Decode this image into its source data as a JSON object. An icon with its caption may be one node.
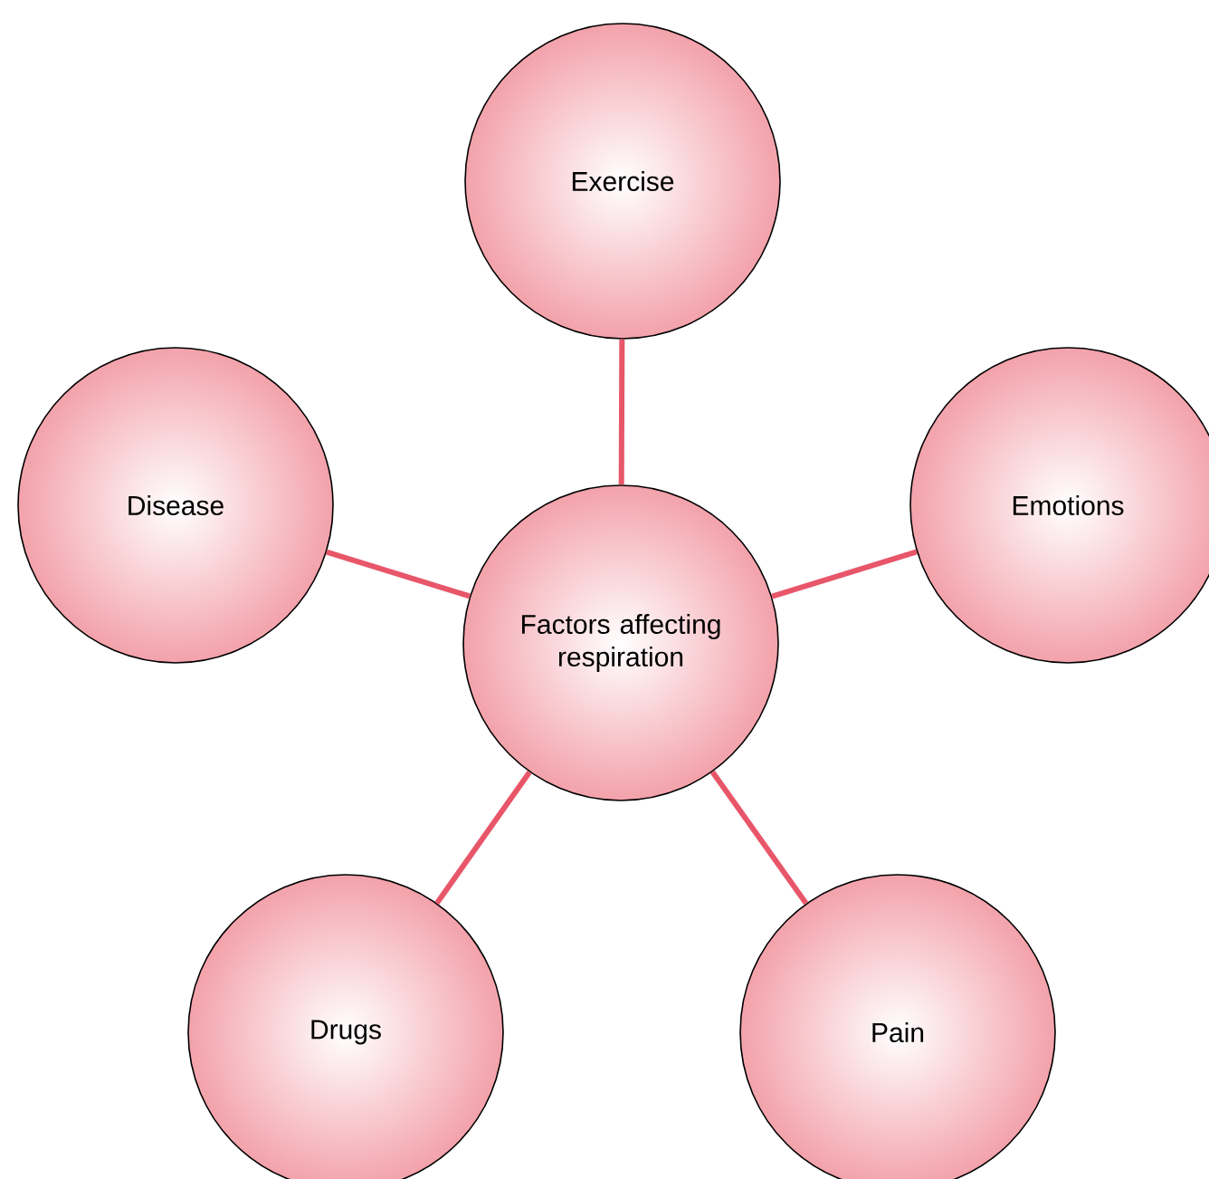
{
  "diagram": {
    "nodes": [
      {
        "text": [
          "Exercise"
        ]
      },
      {
        "text": [
          "Disease"
        ]
      },
      {
        "text": [
          "Factors affecting respiration"
        ]
      },
      {
        "text": [
          "Emotions"
        ]
      },
      {
        "text": [
          "Drugs"
        ]
      },
      {
        "text": [
          "Pain"
        ]
      }
    ],
    "edges": [
      {
        "from": 2,
        "to": 0,
        "arrow": "none"
      },
      {
        "from": 2,
        "to": 1,
        "arrow": "none"
      },
      {
        "from": 2,
        "to": 3,
        "arrow": "none"
      },
      {
        "from": 2,
        "to": 4,
        "arrow": "none"
      },
      {
        "from": 2,
        "to": 5,
        "arrow": "none"
      }
    ]
  }
}
